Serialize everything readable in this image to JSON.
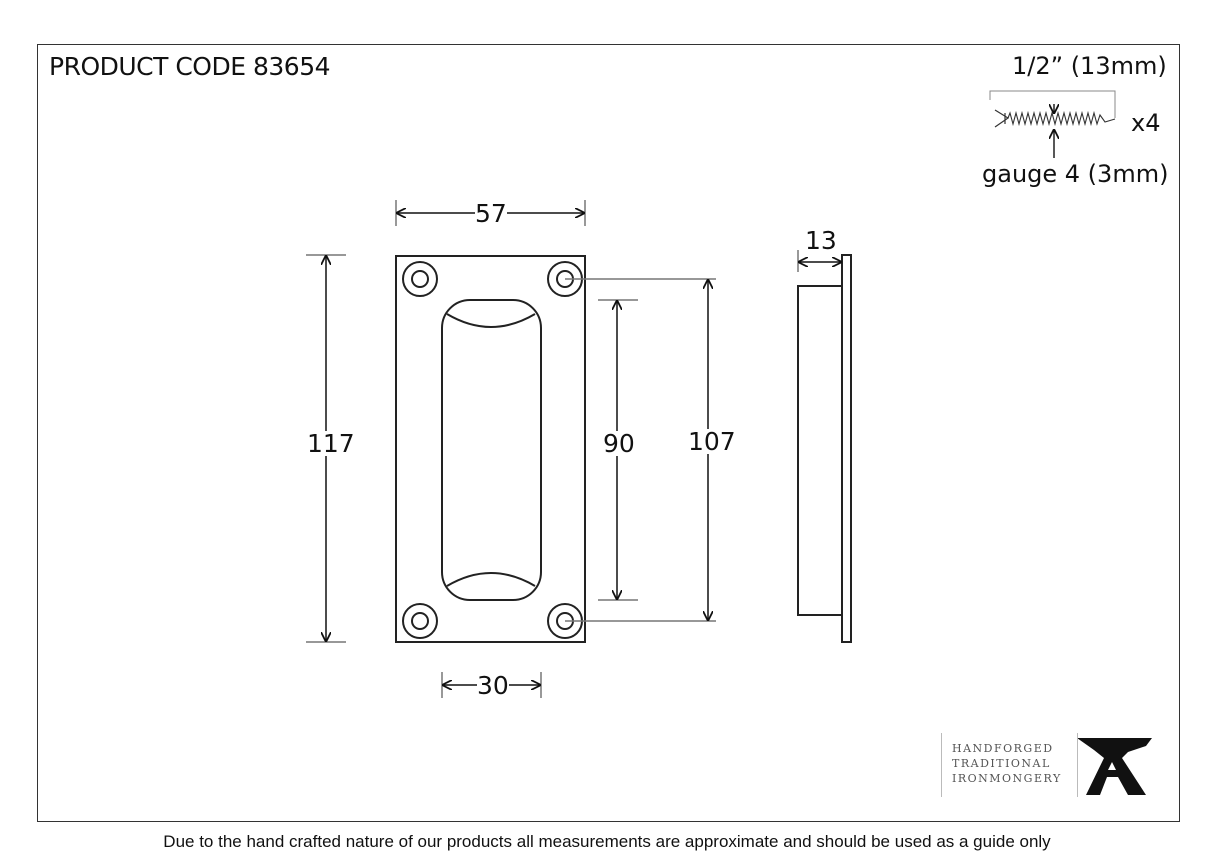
{
  "header": {
    "product_code": "PRODUCT CODE 83654"
  },
  "screw": {
    "length": "1/2” (13mm)",
    "quantity": "x4",
    "gauge": "gauge 4 (3mm)",
    "icon": "screw-icon"
  },
  "dimensions": {
    "width": "57",
    "height": "117",
    "recess_height": "90",
    "hole_centers": "107",
    "recess_width": "30",
    "depth": "13",
    "unit": "mm"
  },
  "brand": {
    "line1": "HANDFORGED",
    "line2": "TRADITIONAL",
    "line3": "IRONMONGERY",
    "logo_icon": "anvil-icon"
  },
  "footer": {
    "disclaimer": "Due to the hand crafted nature of our products all measurements are approximate and should be used as a guide only"
  },
  "colors": {
    "line": "#222222",
    "dim_line": "#777777",
    "background": "#ffffff"
  }
}
